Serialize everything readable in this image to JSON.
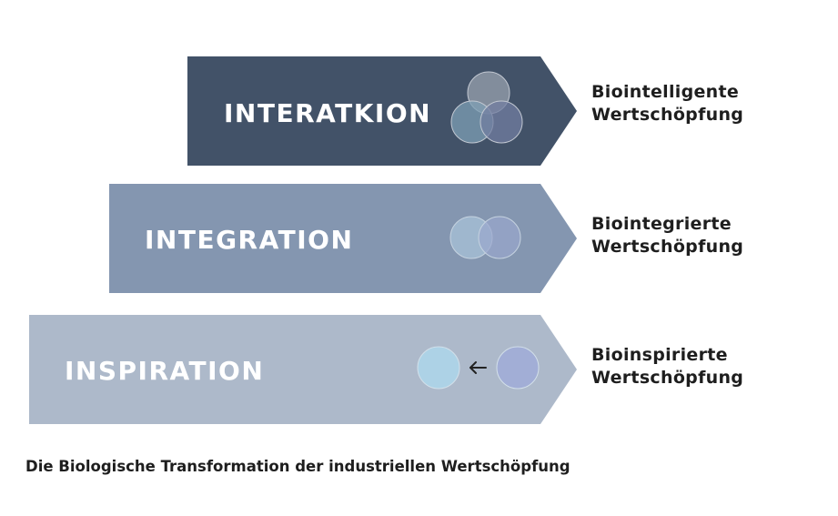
{
  "stages": [
    {
      "title": "INTERATKION",
      "outcome_line1": "Biointelligente",
      "outcome_line2": "Wertschöpfung",
      "color": "#425268",
      "icon": "three-overlapping-circles-icon"
    },
    {
      "title": "INTEGRATION",
      "outcome_line1": "Biointegrierte",
      "outcome_line2": "Wertschöpfung",
      "color": "#8496b0",
      "icon": "two-overlapping-circles-icon"
    },
    {
      "title": "INSPIRATION",
      "outcome_line1": "Bioinspirierte",
      "outcome_line2": "Wertschöpfung",
      "color": "#adb9ca",
      "icon": "two-circles-arrow-icon"
    }
  ],
  "caption": "Die Biologische Transformation der industriellen Wertschöpfung"
}
